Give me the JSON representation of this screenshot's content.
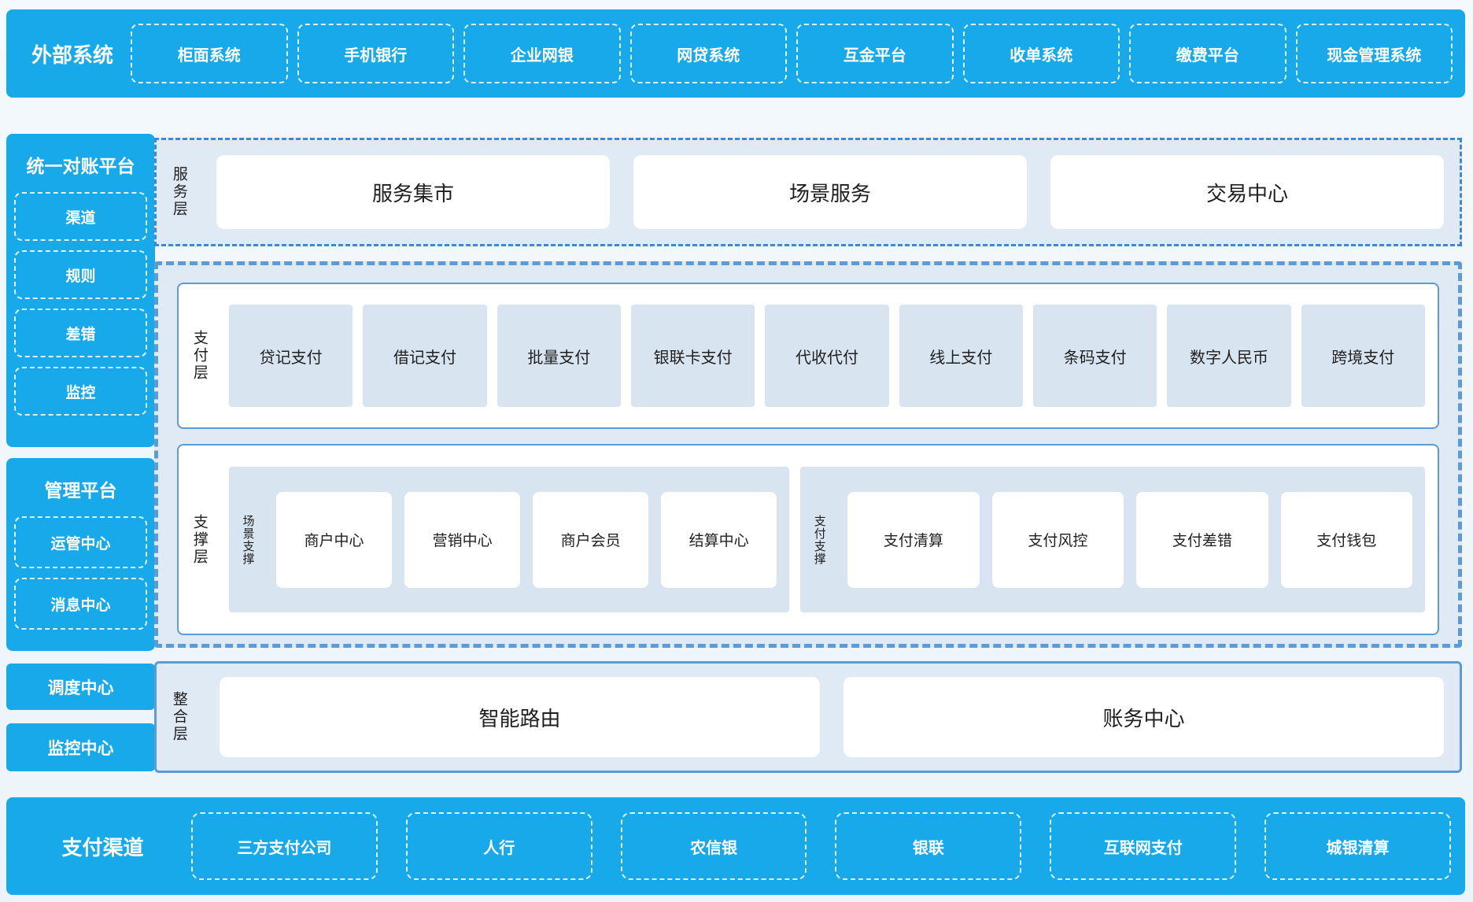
{
  "colors": {
    "accent_blue": "#18a9ea",
    "panel_light_blue": "#e0eaf5",
    "item_light_blue": "#d9e4f1",
    "border_solid_blue": "#5e9bd6",
    "border_dashdot_blue": "#3f89d8",
    "text_dark": "#1f1f1f",
    "text_white": "#ffffff"
  },
  "top_bar": {
    "title": "外部系统",
    "items": [
      "柜面系统",
      "手机银行",
      "企业网银",
      "网贷系统",
      "互金平台",
      "收单系统",
      "缴费平台",
      "现金管理系统"
    ]
  },
  "left_column": {
    "reconciliation_platform": {
      "title": "统一对账平台",
      "items": [
        "渠道",
        "规则",
        "差错",
        "监控"
      ]
    },
    "management_platform": {
      "title": "管理平台",
      "items": [
        "运管中心",
        "消息中心"
      ]
    },
    "scheduling_center": "调度中心",
    "monitoring_center": "监控中心"
  },
  "service_layer": {
    "label": "服务层",
    "items": [
      "服务集市",
      "场景服务",
      "交易中心"
    ]
  },
  "payment_layer": {
    "label": "支付层",
    "items": [
      "贷记支付",
      "借记支付",
      "批量支付",
      "银联卡支付",
      "代收代付",
      "线上支付",
      "条码支付",
      "数字人民币",
      "跨境支付"
    ]
  },
  "support_layer": {
    "label": "支撑层",
    "groups": [
      {
        "label": "场景支撑",
        "items": [
          "商户中心",
          "营销中心",
          "商户会员",
          "结算中心"
        ]
      },
      {
        "label": "支付支撑",
        "items": [
          "支付清算",
          "支付风控",
          "支付差错",
          "支付钱包"
        ]
      }
    ]
  },
  "integration_layer": {
    "label": "整合层",
    "items": [
      "智能路由",
      "账务中心"
    ]
  },
  "bottom_bar": {
    "title": "支付渠道",
    "items": [
      "三方支付公司",
      "人行",
      "农信银",
      "银联",
      "互联网支付",
      "城银清算"
    ]
  }
}
